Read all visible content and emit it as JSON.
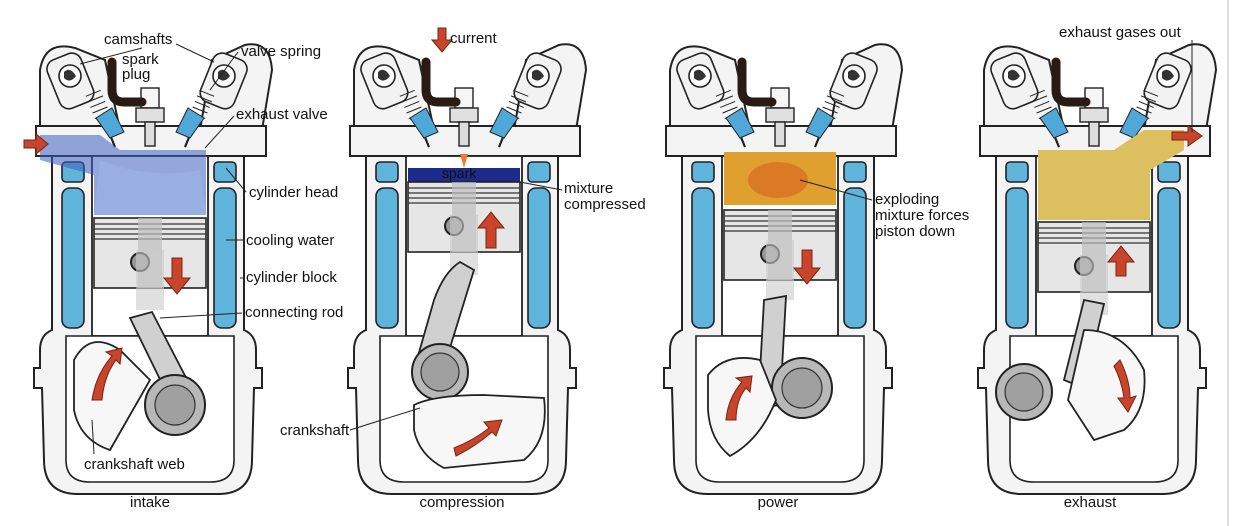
{
  "labels": {
    "camshafts": "camshafts",
    "valve_spring": "valve spring",
    "spark_plug_line1": "spark",
    "spark_plug_line2": "plug",
    "exhaust_valve": "exhaust valve",
    "cylinder_head": "cylinder head",
    "cooling_water": "cooling water",
    "cylinder_block": "cylinder block",
    "connecting_rod": "connecting rod",
    "crankshaft_web": "crankshaft web",
    "crankshaft": "crankshaft",
    "current": "current",
    "spark": "spark",
    "mixture_line1": "mixture",
    "mixture_line2": "compressed",
    "exploding_line1": "exploding",
    "exploding_line2": "mixture forces",
    "exploding_line3": "piston down",
    "exhaust_gases_out": "exhaust gases out"
  },
  "stages": [
    {
      "caption": "intake"
    },
    {
      "caption": "compression"
    },
    {
      "caption": "power"
    },
    {
      "caption": "exhaust"
    }
  ],
  "colors": {
    "arrow": "#c8442a",
    "cooling_water": "#5fb4dc",
    "intake_mixture": "#3a5fbf",
    "compressed_mixture": "#1c2a8a",
    "exploding_mixture": "#e0a030",
    "exhaust_gas": "#dcc060"
  }
}
